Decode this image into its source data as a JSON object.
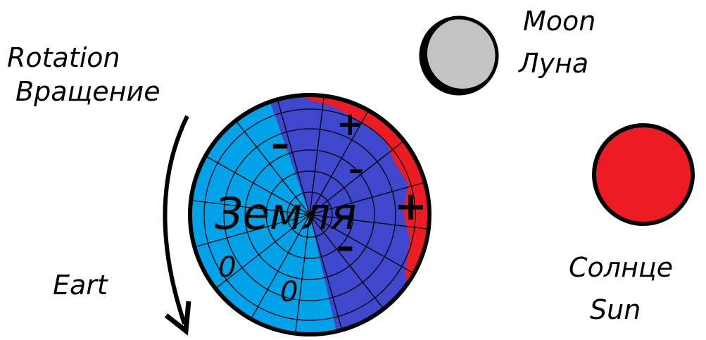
{
  "labels": {
    "rotation_en": "Rotation",
    "rotation_ru": "Вращение",
    "moon_en": "Moon",
    "moon_ru": "Луна",
    "sun_ru": "Солнце",
    "sun_en": "Sun",
    "earth_en": "Eart",
    "earth_ru": "Земля"
  },
  "charges": {
    "plus": "+",
    "minus": "–",
    "zero": "0"
  },
  "colors": {
    "earth_light": "#00a2e8",
    "earth_dark": "#3f48cc",
    "sun": "#ed1c24",
    "moon": "#c3c3c3",
    "outline": "#000000"
  }
}
